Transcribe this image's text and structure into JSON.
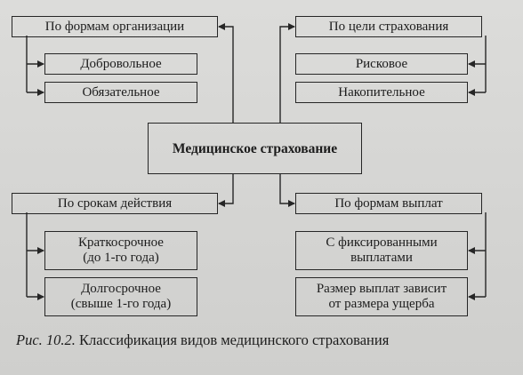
{
  "diagram": {
    "center": "Медицинское страхование",
    "left_top": {
      "header": "По формам организации",
      "items": [
        "Добровольное",
        "Обязательное"
      ]
    },
    "right_top": {
      "header": "По цели страхования",
      "items": [
        "Рисковое",
        "Накопительное"
      ]
    },
    "left_bottom": {
      "header": "По срокам действия",
      "items": [
        "Краткосрочное\n(до 1-го года)",
        "Долгосрочное\n(свыше 1-го года)"
      ]
    },
    "right_bottom": {
      "header": "По формам выплат",
      "items": [
        "С фиксированными\nвыплатами",
        "Размер выплат зависит\nот размера ущерба"
      ]
    }
  },
  "caption": {
    "prefix": "Рис. 10.2.",
    "text": " Классификация видов медицинского страхования"
  },
  "colors": {
    "background": "#d6d6d4",
    "line": "#262626"
  }
}
